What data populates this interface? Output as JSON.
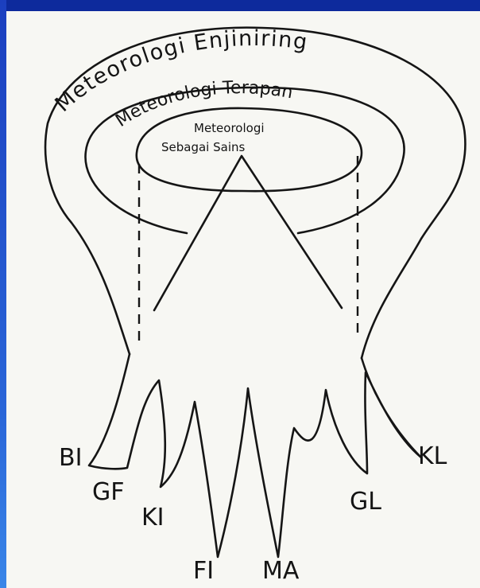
{
  "diagram": {
    "outer_label": "Meteorologi Enjiniring",
    "middle_label": "Meteorologi Terapan",
    "inner_label_line1": "Meteorologi",
    "inner_label_line2": "Sebagai Sains",
    "tentacle_labels": [
      "BI",
      "GF",
      "KI",
      "FI",
      "MA",
      "GL",
      "KL"
    ]
  }
}
